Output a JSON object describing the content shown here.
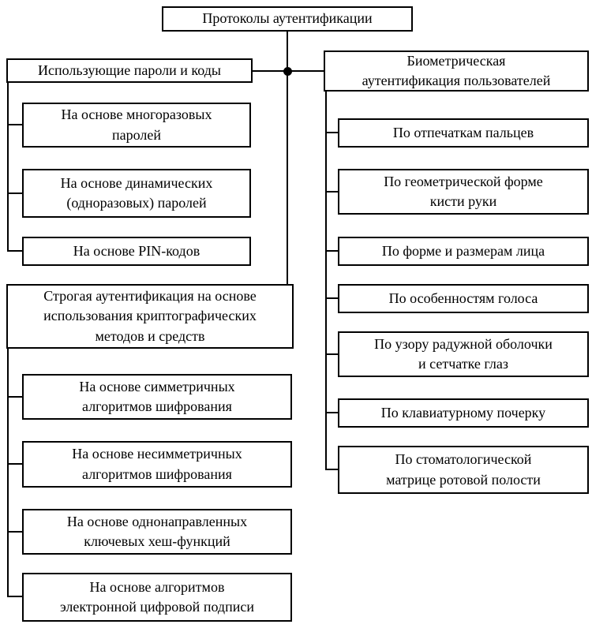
{
  "diagram": {
    "title": "Протоколы аутентификации",
    "root": {
      "label": "Протоколы аутентификации"
    },
    "left": {
      "groups": [
        {
          "label": "Использующие пароли и коды",
          "children": [
            {
              "label": "На основе многоразовых\nпаролей"
            },
            {
              "label": "На основе динамических\n(одноразовых) паролей"
            },
            {
              "label": "На основе PIN-кодов"
            }
          ]
        },
        {
          "label": "Строгая аутентификация на основе\nиспользования криптографических\nметодов и средств",
          "children": [
            {
              "label": "На основе симметричных\nалгоритмов шифрования"
            },
            {
              "label": "На основе несимметричных\nалгоритмов шифрования"
            },
            {
              "label": "На основе однонаправленных\nключевых хеш-функций"
            },
            {
              "label": "На основе алгоритмов\nэлектронной цифровой подписи"
            }
          ]
        }
      ]
    },
    "right": {
      "label": "Биометрическая\nаутентификация пользователей",
      "children": [
        {
          "label": "По отпечаткам пальцев"
        },
        {
          "label": "По геометрической форме\nкисти руки"
        },
        {
          "label": "По форме и размерам лица"
        },
        {
          "label": "По особенностям голоса"
        },
        {
          "label": "По узору радужной оболочки\nи сетчатке глаз"
        },
        {
          "label": "По клавиатурному почерку"
        },
        {
          "label": "По стоматологической\nматрице ротовой полости"
        }
      ]
    },
    "colors": {
      "border": "#000000",
      "background": "#ffffff",
      "text": "#000000"
    }
  }
}
